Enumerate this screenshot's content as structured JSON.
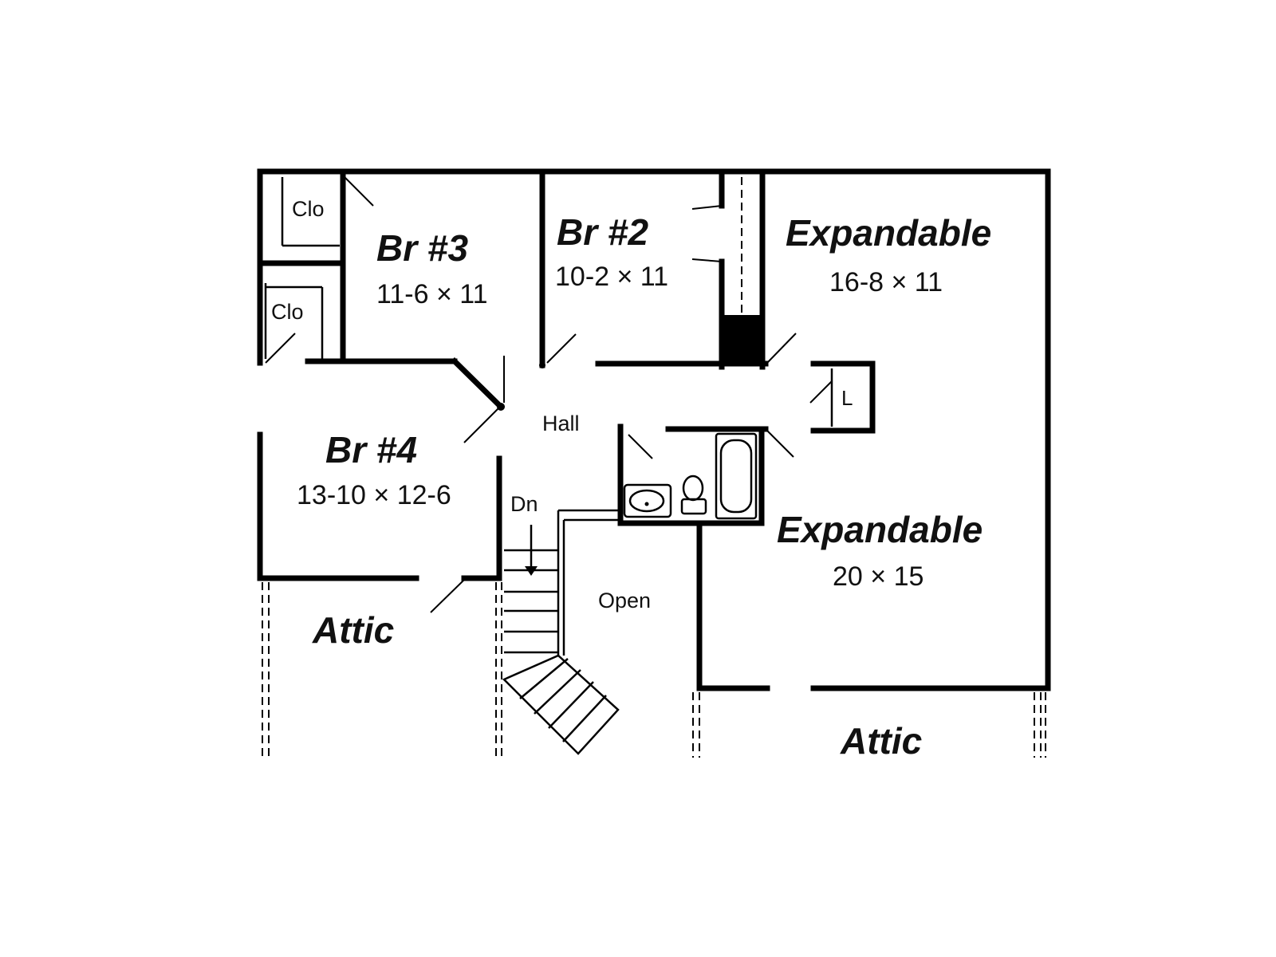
{
  "rooms": {
    "br3": {
      "name": "Br #3",
      "dim": "11-6 × 11"
    },
    "br2": {
      "name": "Br #2",
      "dim": "10-2 × 11"
    },
    "expandable_top": {
      "name": "Expandable",
      "dim": "16-8 × 11"
    },
    "br4": {
      "name": "Br #4",
      "dim": "13-10 × 12-6"
    },
    "expandable_bottom": {
      "name": "Expandable",
      "dim": "20 × 15"
    }
  },
  "labels": {
    "clo_top": "Clo",
    "clo_mid": "Clo",
    "hall": "Hall",
    "linen": "L",
    "down": "Dn",
    "open": "Open",
    "attic_left": "Attic",
    "attic_right": "Attic"
  }
}
